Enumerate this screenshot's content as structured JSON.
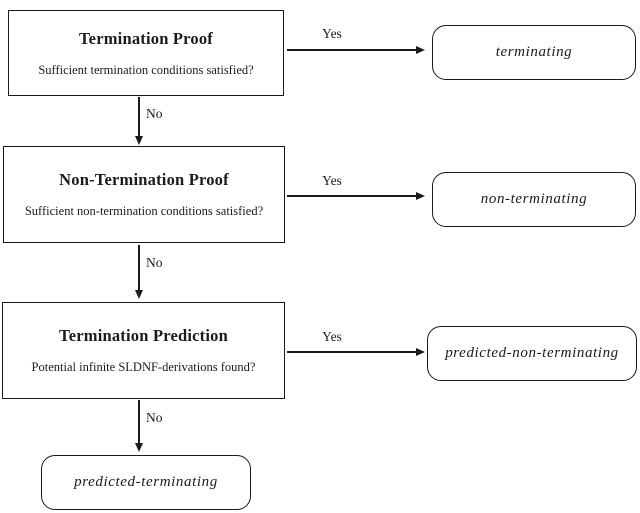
{
  "diagram": {
    "colors": {
      "background": "#ffffff",
      "ink": "#1b1b1b"
    },
    "rows": [
      {
        "title": "Termination Proof",
        "question": "Sufficient termination conditions satisfied?",
        "yes_label": "Yes",
        "no_label": "No",
        "terminal": "terminating"
      },
      {
        "title": "Non-Termination Proof",
        "question": "Sufficient non-termination conditions satisfied?",
        "yes_label": "Yes",
        "no_label": "No",
        "terminal": "non-terminating"
      },
      {
        "title": "Termination Prediction",
        "question": "Potential infinite SLDNF-derivations found?",
        "yes_label": "Yes",
        "no_label": "No",
        "terminal": "predicted-non-terminating"
      }
    ],
    "final_terminal": "predicted-terminating"
  }
}
